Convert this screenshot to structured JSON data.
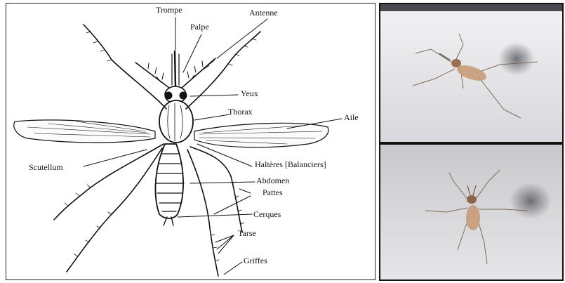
{
  "diagram": {
    "labels": {
      "trompe": "Trompe",
      "palpe": "Palpe",
      "antenne": "Antenne",
      "yeux": "Yeux",
      "thorax": "Thorax",
      "aile": "Aile",
      "scutellum": "Scutellum",
      "halteres": "Haltères [Balanciers]",
      "abdomen": "Abdomen",
      "pattes": "Pattes",
      "cerques": "Cerques",
      "tarse": "Tarse",
      "griffes": "Griffes"
    }
  },
  "photos": {
    "colors": {
      "background": "#e4e4e6",
      "body": "#b98b67",
      "shadow": "#6f6f74"
    }
  }
}
